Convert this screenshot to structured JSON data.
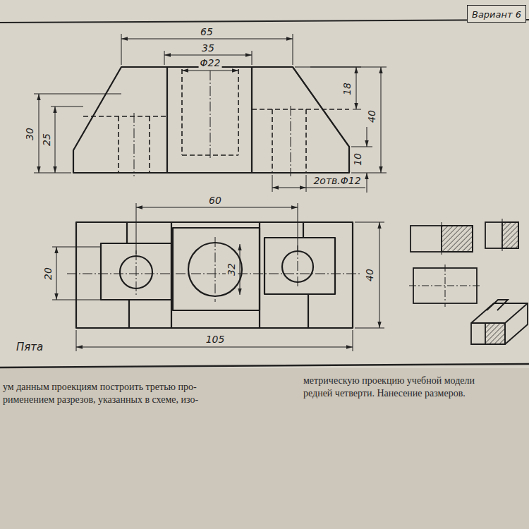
{
  "diagram": {
    "nodes": [
      {
        "text": [
          "Вариант 6"
        ]
      }
    ],
    "labels": [
      "65",
      "35",
      "Φ22",
      "18",
      "40",
      "30",
      "25",
      "10",
      "2отв.Φ12",
      "60",
      "20",
      "32",
      "40",
      "105",
      "Пята",
      "ум данным проекциям построить третью про-",
      "рименением разрезов, указанных в схеме, изо-",
      "метрическую проекцию учебной модели",
      "редней четверти. Нанесение размеров."
    ]
  }
}
